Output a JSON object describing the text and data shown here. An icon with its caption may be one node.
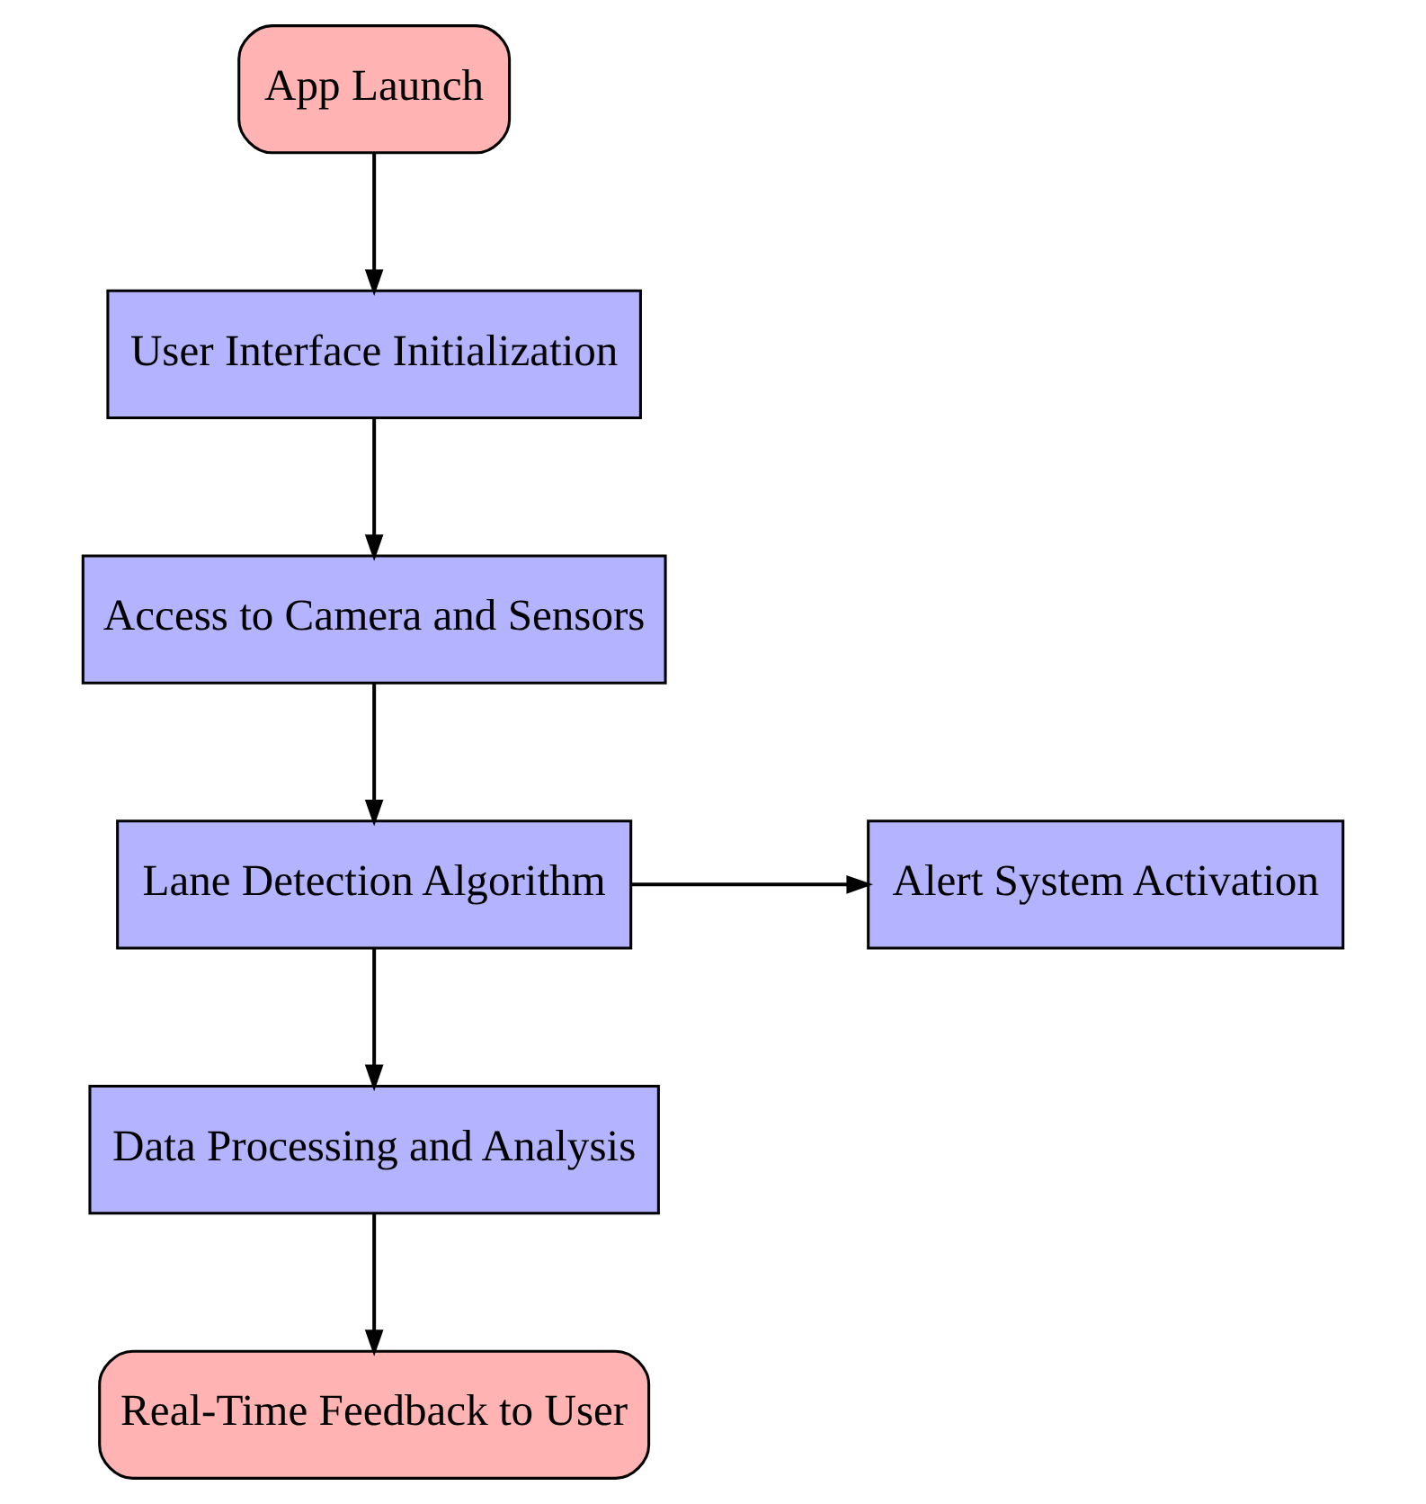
{
  "diagram": {
    "nodes": [
      {
        "text": [
          "App Launch"
        ]
      },
      {
        "text": [
          "User Interface Initialization"
        ]
      },
      {
        "text": [
          "Access to Camera and Sensors"
        ]
      },
      {
        "text": [
          "Lane Detection Algorithm"
        ]
      },
      {
        "text": [
          "Alert System Activation"
        ]
      },
      {
        "text": [
          "Data Processing and Analysis"
        ]
      },
      {
        "text": [
          "Real-Time Feedback to User"
        ]
      }
    ],
    "edges": [
      {
        "from": 0,
        "to": 1,
        "arrow": "to"
      },
      {
        "from": 1,
        "to": 2,
        "arrow": "to"
      },
      {
        "from": 2,
        "to": 3,
        "arrow": "to"
      },
      {
        "from": 3,
        "to": 4,
        "arrow": "to"
      },
      {
        "from": 3,
        "to": 5,
        "arrow": "to"
      },
      {
        "from": 5,
        "to": 6,
        "arrow": "to"
      }
    ]
  }
}
